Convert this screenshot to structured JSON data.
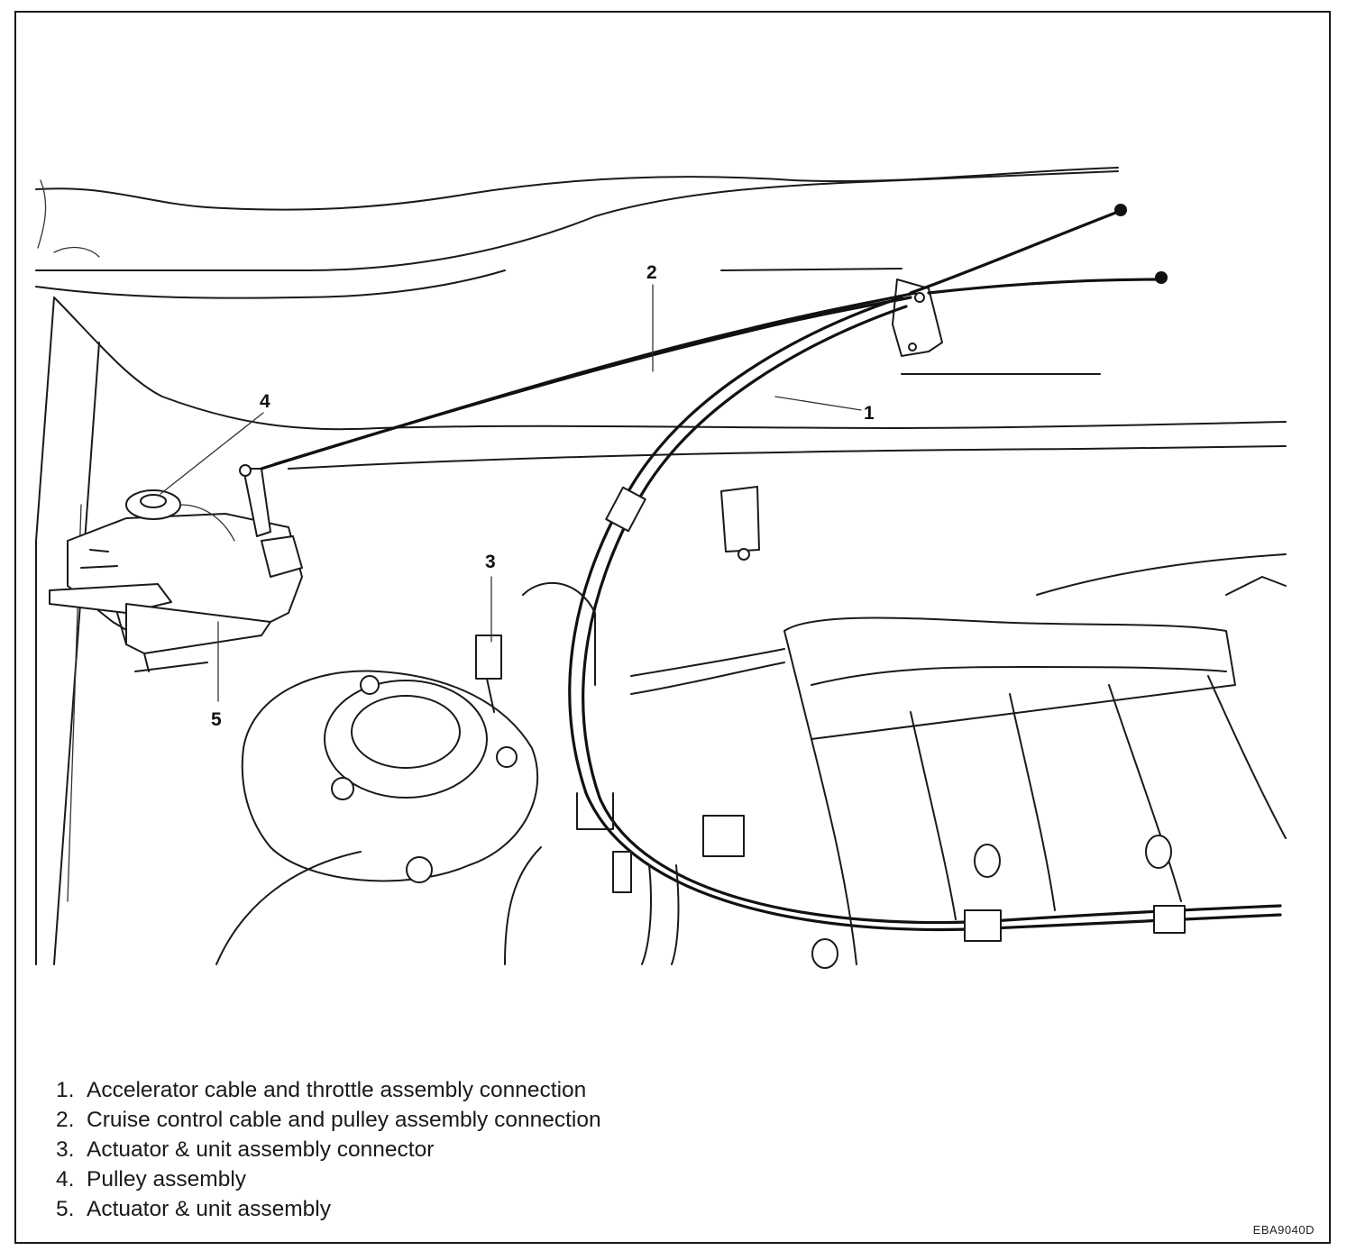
{
  "callouts": [
    {
      "label": "1"
    },
    {
      "label": "2"
    },
    {
      "label": "3"
    },
    {
      "label": "4"
    },
    {
      "label": "5"
    }
  ],
  "legend": [
    {
      "num": "1.",
      "text": "Accelerator cable and throttle assembly connection"
    },
    {
      "num": "2.",
      "text": "Cruise control cable and pulley assembly connection"
    },
    {
      "num": "3.",
      "text": "Actuator & unit assembly connector"
    },
    {
      "num": "4.",
      "text": "Pulley assembly"
    },
    {
      "num": "5.",
      "text": "Actuator & unit assembly"
    }
  ],
  "figure_code": "EBA9040D"
}
